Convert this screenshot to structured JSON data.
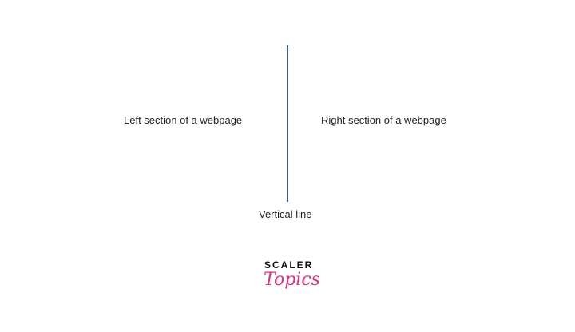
{
  "left_label": "Left section of a webpage",
  "right_label": "Right section of a webpage",
  "line_label": "Vertical line",
  "logo": {
    "top": "SCALER",
    "bottom": "Topics",
    "color": "#e0317a"
  },
  "line_color": "#3a5a8c"
}
